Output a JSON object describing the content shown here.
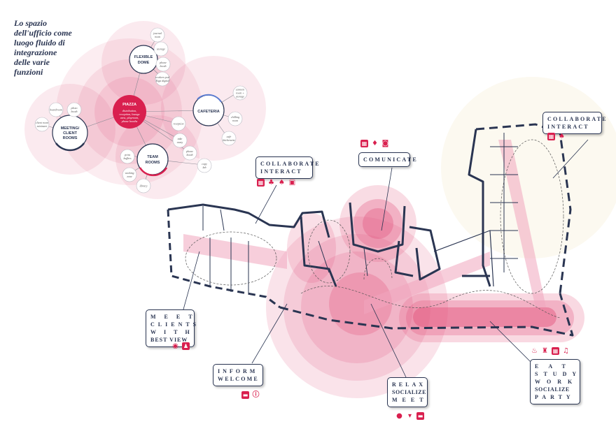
{
  "title": "Lo spazio\ndell'ufficio come\nluogo fluido di\nintegrazione\ndelle varie\nfunzioni",
  "colors": {
    "accent": "#d9204f",
    "pink": "#ec8aa8",
    "pale": "#f8d5df",
    "navy": "#2a3552"
  },
  "bubble": {
    "center": {
      "title": "PIAZZA",
      "desc": [
        "distribution,",
        "reception, lounge",
        "area, playroom,",
        "phone booths"
      ]
    },
    "flexible": [
      "FLEXIBLE",
      "DOME"
    ],
    "cafeteria": "CAFETERIA",
    "meeting": [
      "MEETING/",
      "CLIENT",
      "ROOMS"
    ],
    "team": [
      "TEAM",
      "ROOMS"
    ],
    "small": [
      [
        "journal",
        "room"
      ],
      [
        "storage"
      ],
      [
        "phone",
        "booth"
      ],
      [
        "workers pod",
        "Yoga digital"
      ],
      [
        "canteen",
        "room +",
        "storage"
      ],
      [
        "chilling",
        "room"
      ],
      [
        "cafe",
        "kitchenette"
      ],
      [
        "reception"
      ],
      [
        "take",
        "away"
      ],
      [
        "phone",
        "booth"
      ],
      [
        "copy",
        "lab"
      ],
      [
        "photo",
        "booth"
      ],
      [
        "print",
        "buffers"
      ],
      [
        "working",
        "zone"
      ],
      [
        "library"
      ],
      [
        "boardroom"
      ],
      [
        "client room",
        "minimeet"
      ]
    ]
  },
  "callouts": {
    "collab_top": {
      "lines": [
        "COLLABORATE",
        "INTERACT"
      ]
    },
    "comunicate": {
      "lines": [
        "COMUNICATE"
      ]
    },
    "collab_right": {
      "lines": [
        "COLLABORATE",
        "INTERACT"
      ]
    },
    "meet": {
      "lines": [
        "MEET",
        "CLIENTS",
        "WITH",
        "BEST  VIEW"
      ]
    },
    "inform": {
      "lines": [
        "INFORM",
        "WELCOME"
      ]
    },
    "relax": {
      "lines": [
        "RELAX",
        "SOCIALIZE",
        "MEET"
      ]
    },
    "eat": {
      "lines": [
        "EAT",
        "STUDY",
        "WORK",
        "SOCIALIZE",
        "PARTY"
      ]
    }
  }
}
